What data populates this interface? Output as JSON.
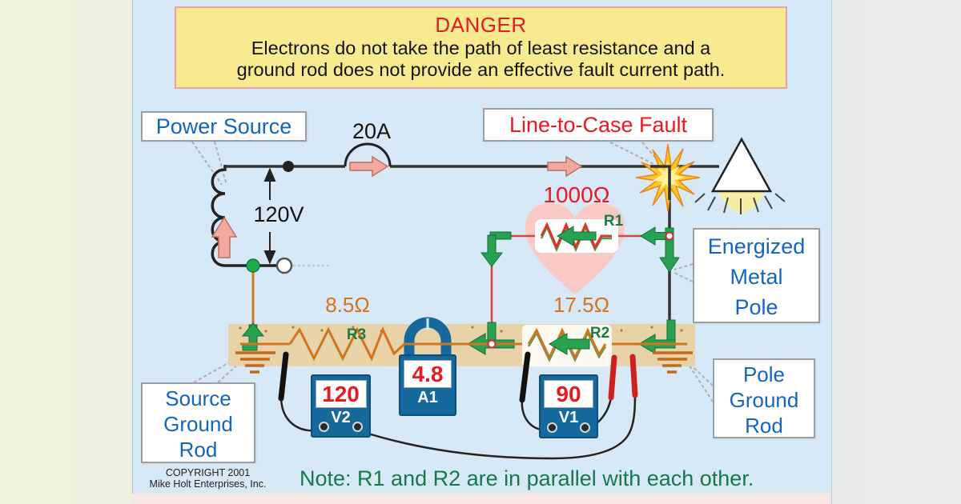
{
  "warning": {
    "title": "DANGER",
    "line1": "Electrons do not take the path of least resistance and a",
    "line2": "ground rod does not provide an effective fault current path."
  },
  "callouts": {
    "power_source": {
      "label": "Power Source"
    },
    "fault": {
      "label": "Line-to-Case Fault"
    },
    "energized_pole": {
      "lines": [
        "Energized",
        "Metal",
        "Pole"
      ]
    },
    "pole_ground": {
      "lines": [
        "Pole",
        "Ground",
        "Rod"
      ]
    },
    "source_ground": {
      "lines": [
        "Source",
        "Ground",
        "Rod"
      ]
    }
  },
  "circuit": {
    "breaker_current": "20A",
    "source_voltage": "120V",
    "r1": {
      "name": "R1",
      "resistance": "1000Ω"
    },
    "r2": {
      "name": "R2",
      "resistance": "17.5Ω"
    },
    "r3": {
      "name": "R3",
      "resistance": "8.5Ω"
    }
  },
  "meters": {
    "a1": {
      "reading": "4.8",
      "label": "A1"
    },
    "v1": {
      "reading": "90",
      "label": "V1"
    },
    "v2": {
      "reading": "120",
      "label": "V2"
    }
  },
  "note": "Note: R1 and R2 are in parallel with each other.",
  "copyright": {
    "line1": "COPYRIGHT 2001",
    "line2": "Mike Holt Enterprises, Inc."
  },
  "colors": {
    "danger_red": "#e8191f",
    "label_blue": "#1565bd",
    "resistor_orange": "#d1761f",
    "flow_green": "#28a152",
    "earth_tan": "#e8d2a7",
    "warning_yellow": "#f8ea8e",
    "meter_blue": "#16699c",
    "diagram_bg": "#d7e9f6"
  }
}
